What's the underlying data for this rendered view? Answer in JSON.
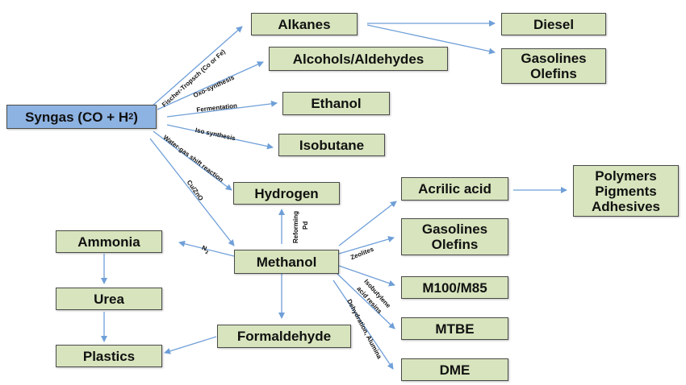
{
  "nodes": {
    "syngas": {
      "label": "Syngas (CO + H",
      "sub": "2",
      "close": ")"
    },
    "alkanes": "Alkanes",
    "alcohols": "Alcohols/Aldehydes",
    "ethanol": "Ethanol",
    "isobutane": "Isobutane",
    "hydrogen": "Hydrogen",
    "methanol": "Methanol",
    "ammonia": "Ammonia",
    "urea": "Urea",
    "plastics": "Plastics",
    "formaldehyde": "Formaldehyde",
    "diesel": "Diesel",
    "gasolines_olefins_1": [
      "Gasolines",
      "Olefins"
    ],
    "acrilic": "Acrilic acid",
    "polymers": [
      "Polymers",
      "Pigments",
      "Adhesives"
    ],
    "gasolines_olefins_2": [
      "Gasolines",
      "Olefins"
    ],
    "m100": "M100/M85",
    "mtbe": "MTBE",
    "dme": "DME"
  },
  "edge_labels": {
    "fischer": "Fischer-Tropsch (Co or Fe)",
    "oxo": "Oxo-synthesis",
    "fermentation": "Fermentation",
    "iso": "Iso synthesis",
    "wgs": "Water-gas shift reaction",
    "cuzno": "Cu/ZnO",
    "reforming": "Reforming",
    "pd": "Pd",
    "n2": "N",
    "n2_sub": "2",
    "zeolites": "Zeolites",
    "isobutylene": "Isobutylene",
    "acid_resins": "acid resins",
    "dehydration": "Dehydration, Alumina"
  },
  "colors": {
    "main_node": "#8db3e2",
    "node": "#d7e4bd",
    "arrow": "#6f9fd8"
  }
}
